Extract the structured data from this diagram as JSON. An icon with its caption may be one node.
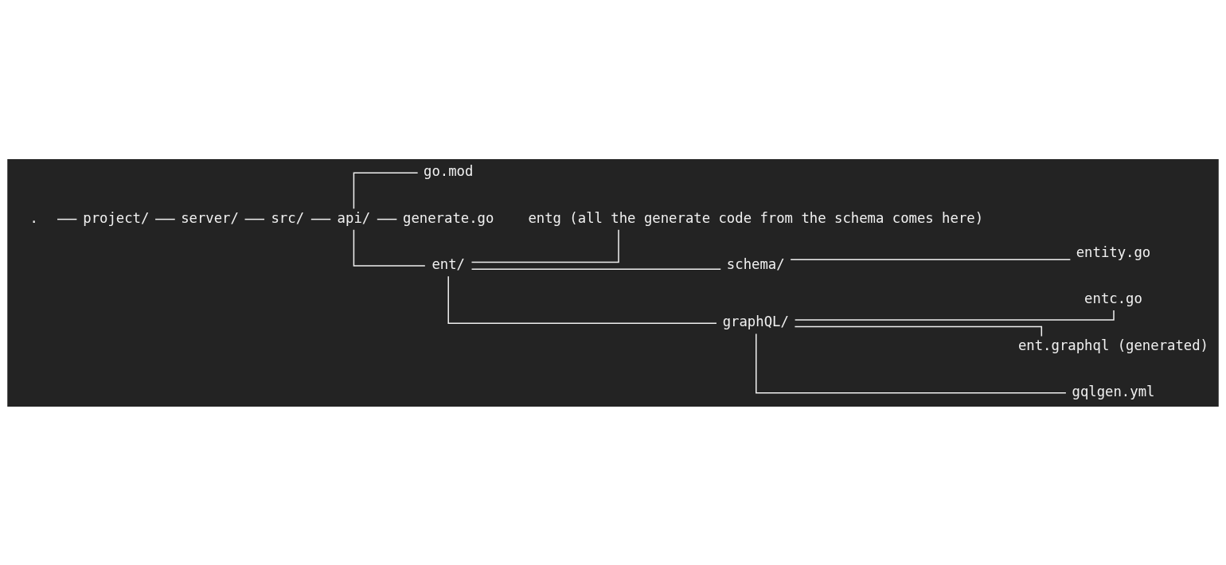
{
  "diagram": {
    "nodes": [
      {
        "text": [
          "."
        ]
      },
      {
        "text": [
          "project/"
        ]
      },
      {
        "text": [
          "server/"
        ]
      },
      {
        "text": [
          "src/"
        ]
      },
      {
        "text": [
          "api/"
        ]
      },
      {
        "text": [
          "go.mod"
        ]
      },
      {
        "text": [
          "generate.go"
        ]
      },
      {
        "text": [
          "ent/"
        ]
      },
      {
        "text": [
          "entg (all the generate code from the schema comes here)"
        ]
      },
      {
        "text": [
          "schema/"
        ]
      },
      {
        "text": [
          "entity.go"
        ]
      },
      {
        "text": [
          "graphQL/"
        ]
      },
      {
        "text": [
          "entc.go"
        ]
      },
      {
        "text": [
          "ent.graphql (generated)"
        ]
      },
      {
        "text": [
          "gqlgen.yml"
        ]
      }
    ],
    "edges": [
      {
        "from": 0,
        "to": 1,
        "arrow": "none"
      },
      {
        "from": 1,
        "to": 2,
        "arrow": "none"
      },
      {
        "from": 2,
        "to": 3,
        "arrow": "none"
      },
      {
        "from": 3,
        "to": 4,
        "arrow": "none"
      },
      {
        "from": 4,
        "to": 5,
        "arrow": "none"
      },
      {
        "from": 4,
        "to": 6,
        "arrow": "none"
      },
      {
        "from": 4,
        "to": 7,
        "arrow": "none"
      },
      {
        "from": 7,
        "to": 8,
        "arrow": "none"
      },
      {
        "from": 7,
        "to": 9,
        "arrow": "none"
      },
      {
        "from": 9,
        "to": 10,
        "arrow": "none"
      },
      {
        "from": 7,
        "to": 11,
        "arrow": "none"
      },
      {
        "from": 11,
        "to": 12,
        "arrow": "none"
      },
      {
        "from": 11,
        "to": 13,
        "arrow": "none"
      },
      {
        "from": 11,
        "to": 14,
        "arrow": "none"
      }
    ]
  }
}
